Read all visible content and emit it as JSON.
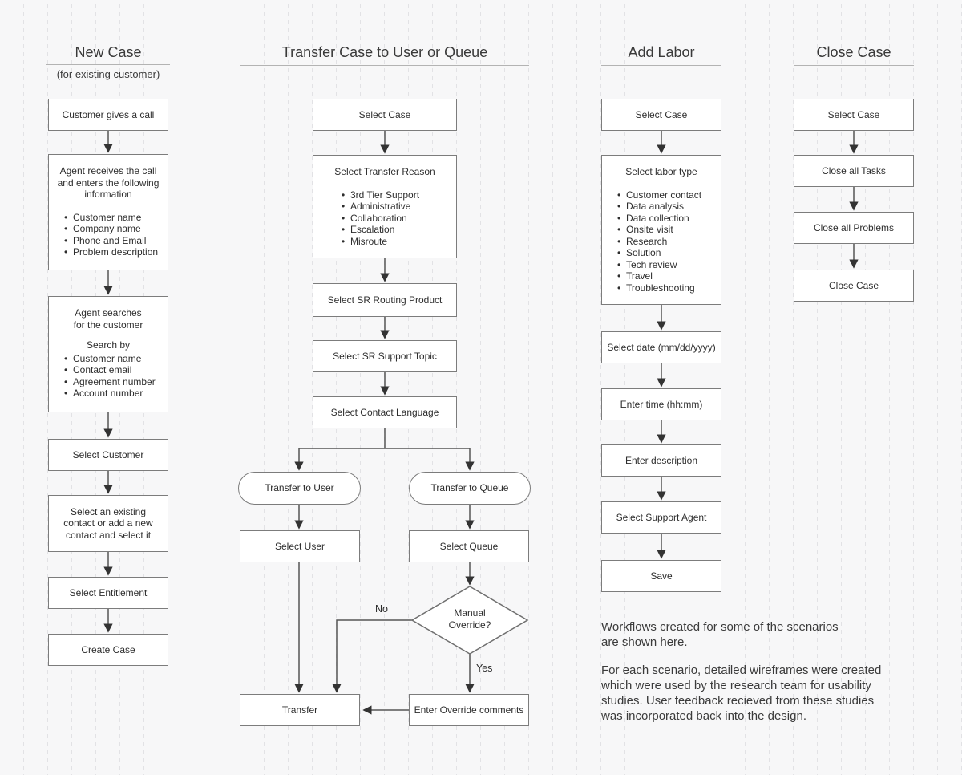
{
  "new_case": {
    "title": "New Case",
    "subtitle": "(for existing customer)",
    "customer_call": "Customer gives a call",
    "agent_receives_heading": "Agent receives the call\nand enters the following\ninformation",
    "agent_receives_bullets": [
      "Customer name",
      "Company name",
      "Phone and Email",
      "Problem description"
    ],
    "agent_searches_heading": "Agent searches\nfor the customer",
    "search_by_label": "Search by",
    "search_by_bullets": [
      "Customer name",
      "Contact email",
      "Agreement number",
      "Account number"
    ],
    "select_customer": "Select Customer",
    "select_contact": "Select an existing\ncontact or add a new\ncontact and select it",
    "select_entitlement": "Select Entitlement",
    "create_case": "Create Case"
  },
  "transfer_case": {
    "title": "Transfer Case to User or Queue",
    "select_case": "Select Case",
    "transfer_reason_heading": "Select Transfer Reason",
    "transfer_reason_bullets": [
      "3rd Tier Support",
      "Administrative",
      "Collaboration",
      "Escalation",
      "Misroute"
    ],
    "select_sr_routing_product": "Select SR Routing Product",
    "select_sr_support_topic": "Select SR Support Topic",
    "select_contact_language": "Select Contact Language",
    "transfer_to_user": "Transfer to User",
    "transfer_to_queue": "Transfer to Queue",
    "select_user": "Select User",
    "select_queue": "Select Queue",
    "manual_override": "Manual\nOverride?",
    "no_label": "No",
    "yes_label": "Yes",
    "transfer": "Transfer",
    "enter_override_comments": "Enter Override comments"
  },
  "add_labor": {
    "title": "Add Labor",
    "select_case": "Select Case",
    "labor_type_heading": "Select labor type",
    "labor_type_bullets": [
      "Customer contact",
      "Data analysis",
      "Data collection",
      "Onsite visit",
      "Research",
      "Solution",
      "Tech review",
      "Travel",
      "Troubleshooting"
    ],
    "select_date": "Select date (mm/dd/yyyy)",
    "enter_time": "Enter time (hh:mm)",
    "enter_description": "Enter description",
    "select_support_agent": "Select Support Agent",
    "save": "Save"
  },
  "close_case": {
    "title": "Close Case",
    "select_case": "Select Case",
    "close_all_tasks": "Close all Tasks",
    "close_all_problems": "Close all Problems",
    "close_case": "Close Case"
  },
  "notes": {
    "paragraph1": "Workflows created for some of the scenarios\nare shown here.",
    "paragraph2": "For each scenario, detailed wireframes were created\nwhich were used by the research team for usability\nstudies. User feedback recieved from these studies\nwas incorporated back into the design."
  }
}
